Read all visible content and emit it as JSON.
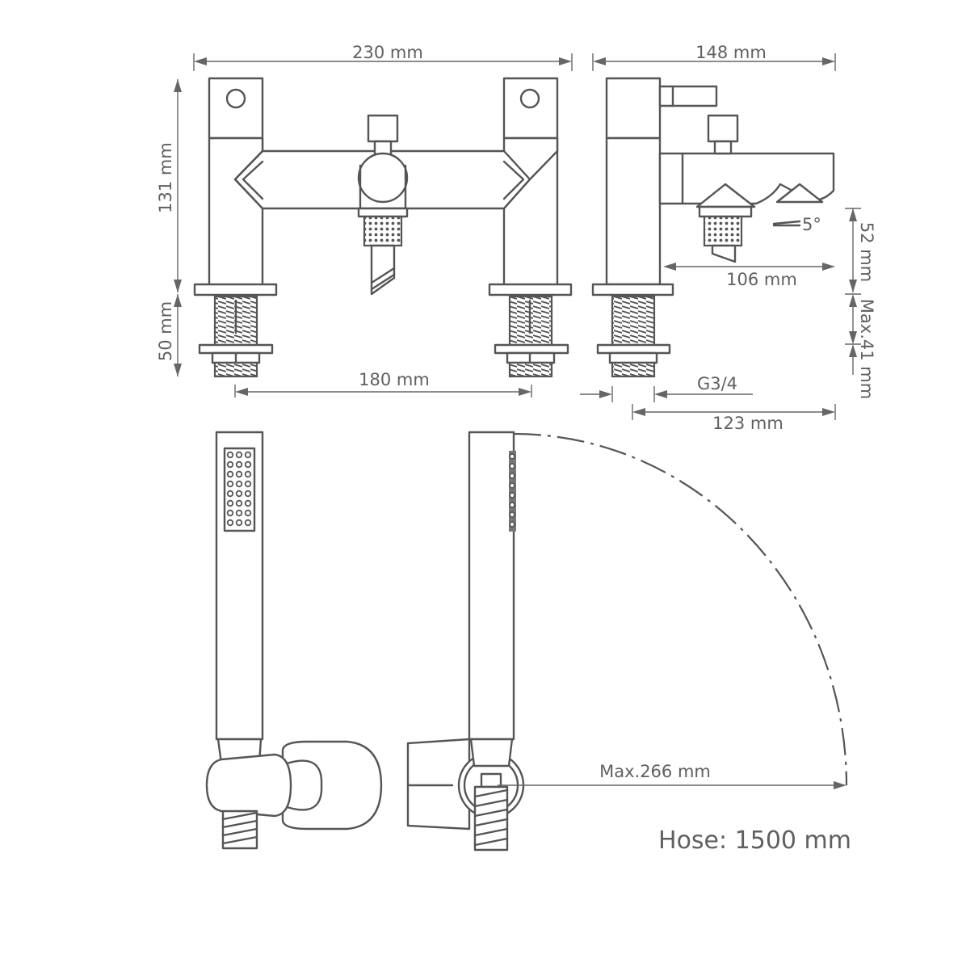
{
  "dimensions": {
    "front_width": "230 mm",
    "front_height": "131 mm",
    "tail_length": "50 mm",
    "centres": "180 mm",
    "side_depth": "148 mm",
    "spout_height": "52 mm",
    "spout_reach": "106 mm",
    "deck_thickness": "Max.41 mm",
    "thread": "G3/4",
    "base_depth": "123 mm",
    "spout_angle": "5°",
    "handset_reach": "Max.266 mm",
    "hose": "Hose: 1500 mm"
  },
  "colors": {
    "line": "#555555",
    "text": "#606060",
    "background": "#ffffff"
  }
}
